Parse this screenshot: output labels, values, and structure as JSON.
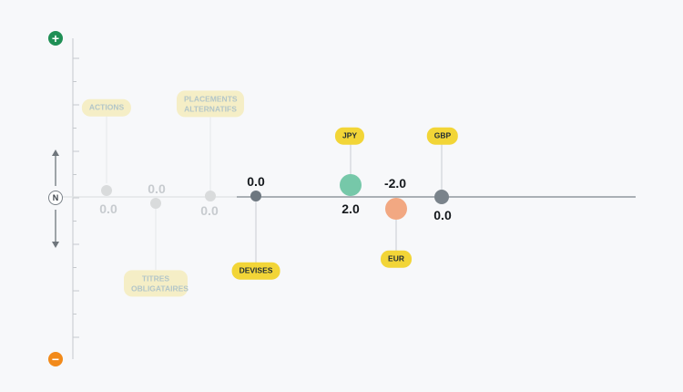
{
  "chart_data": {
    "type": "scatter",
    "title": "",
    "scale_top_symbol": "+",
    "scale_bottom_symbol": "−",
    "scale_center_symbol": "N",
    "points": [
      {
        "label": "ACTIONS",
        "value": "0.0",
        "y": 0.0,
        "faded": true,
        "size": "small",
        "color": "#d9dbdc"
      },
      {
        "label": "TITRES OBLIGATAIRES",
        "value": "0.0",
        "y": 0.0,
        "faded": true,
        "size": "small",
        "color": "#d9dbdc"
      },
      {
        "label": "PLACEMENTS ALTERNATIFS",
        "value": "0.0",
        "y": 0.0,
        "faded": true,
        "size": "small",
        "color": "#d9dbdc"
      },
      {
        "label": "DEVISES",
        "value": "0.0",
        "y": 0.0,
        "faded": false,
        "size": "small",
        "color": "#6d7780"
      },
      {
        "label": "JPY",
        "value": "2.0",
        "y": 2.0,
        "faded": false,
        "size": "large",
        "color": "#76c8a9"
      },
      {
        "label": "EUR",
        "value": "-2.0",
        "y": -2.0,
        "faded": false,
        "size": "large",
        "color": "#f2a882"
      },
      {
        "label": "GBP",
        "value": "0.0",
        "y": 0.0,
        "faded": false,
        "size": "medium",
        "color": "#7a838b"
      }
    ],
    "colors": {
      "positive": "#1f8f55",
      "negative": "#f28a1a",
      "tag": "#f2d537",
      "tag_faded": "#f5eec6"
    }
  }
}
